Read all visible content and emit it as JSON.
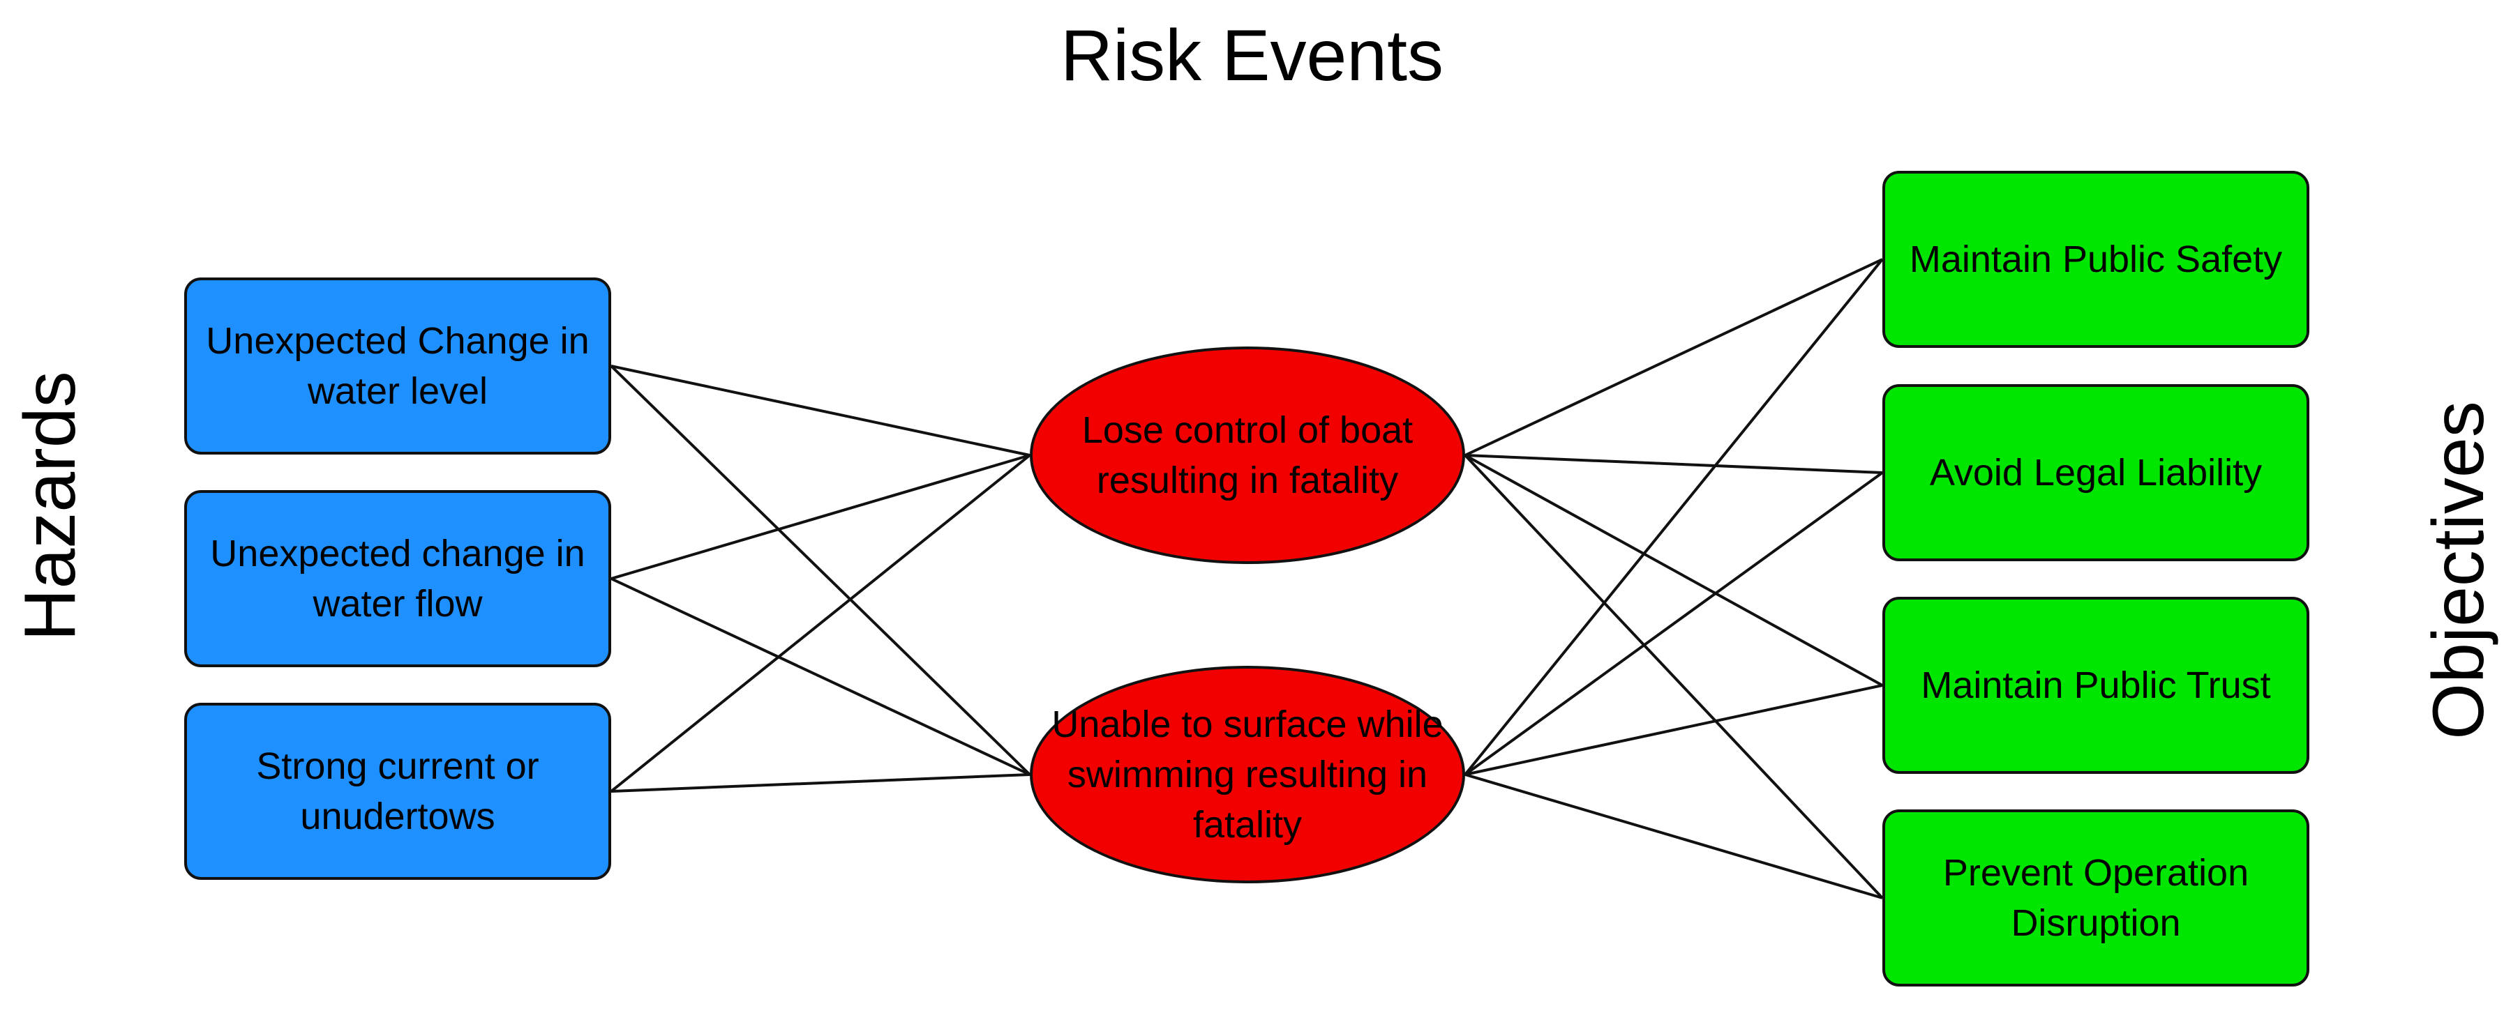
{
  "title": "Risk Events",
  "side_labels": {
    "left": "Hazards",
    "right": "Objectives"
  },
  "hazards": [
    {
      "id": "h1",
      "label": "Unexpected Change in water level"
    },
    {
      "id": "h2",
      "label": "Unexpected change in water flow"
    },
    {
      "id": "h3",
      "label": "Strong current or unudertows"
    }
  ],
  "risk_events": [
    {
      "id": "e1",
      "label": "Lose control of boat resulting in fatality"
    },
    {
      "id": "e2",
      "label": "Unable to surface while swimming resulting in fatality"
    }
  ],
  "objectives": [
    {
      "id": "o1",
      "label": "Maintain Public Safety"
    },
    {
      "id": "o2",
      "label": "Avoid Legal Liability"
    },
    {
      "id": "o3",
      "label": "Maintain Public Trust"
    },
    {
      "id": "o4",
      "label": "Prevent Operation Disruption"
    }
  ],
  "connections": [
    [
      "h1",
      "e1"
    ],
    [
      "h1",
      "e2"
    ],
    [
      "h2",
      "e1"
    ],
    [
      "h2",
      "e2"
    ],
    [
      "h3",
      "e1"
    ],
    [
      "h3",
      "e2"
    ],
    [
      "e1",
      "o1"
    ],
    [
      "e1",
      "o2"
    ],
    [
      "e1",
      "o3"
    ],
    [
      "e1",
      "o4"
    ],
    [
      "e2",
      "o1"
    ],
    [
      "e2",
      "o2"
    ],
    [
      "e2",
      "o3"
    ],
    [
      "e2",
      "o4"
    ]
  ],
  "colors": {
    "hazard": "#1e90ff",
    "risk_event": "#f20000",
    "objective": "#00e600",
    "line": "#111111"
  }
}
